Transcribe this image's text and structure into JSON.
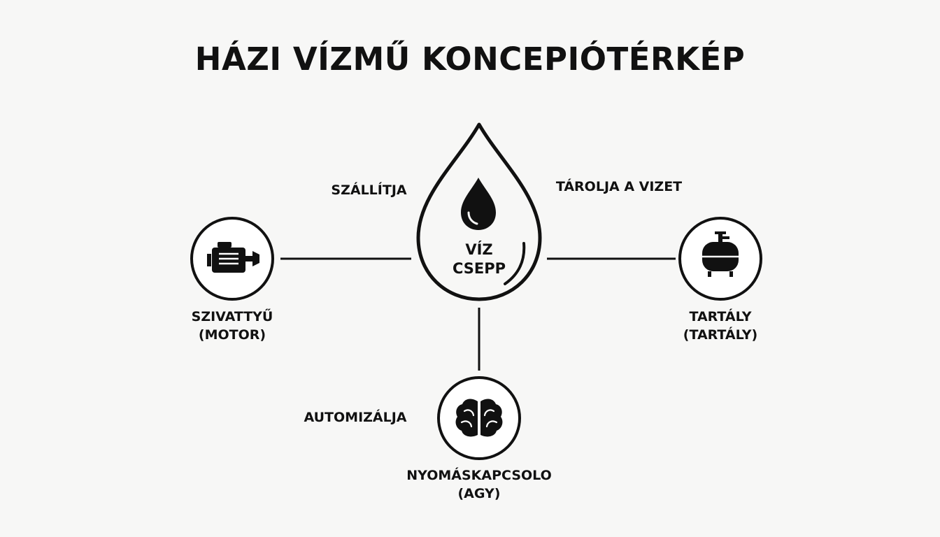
{
  "title": "HÁZI VÍZMŰ KONCEPIÓTÉRKÉP",
  "center": {
    "line1": "VÍZ",
    "line2": "CSEPP",
    "icon": "water-drop-icon"
  },
  "nodes": {
    "pump": {
      "line1": "SZIVATTYŰ",
      "line2": "(MOTOR)",
      "icon": "motor-icon"
    },
    "tank": {
      "line1": "TARTÁLY",
      "line2": "(TARTÁLY)",
      "icon": "pressure-tank-icon"
    },
    "switch": {
      "line1": "NYOMÁSKAPCSOLO",
      "line2": "(AGY)",
      "icon": "brain-icon"
    }
  },
  "edges": {
    "pump_center": "SZÁLLÍTJA",
    "tank_center": "TÁROLJA A VIZET",
    "switch_center": "AUTOMIZÁLJA"
  },
  "colors": {
    "background": "#f7f7f6",
    "ink": "#111111"
  }
}
